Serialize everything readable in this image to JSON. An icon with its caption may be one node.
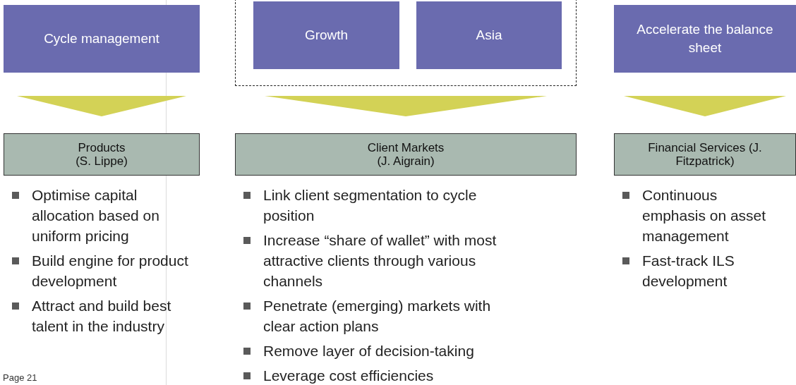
{
  "diagram": {
    "nodes": [
      {
        "text": [
          "Cycle management"
        ]
      },
      {
        "text": [],
        "shape": "box"
      },
      {
        "text": [
          "Growth"
        ],
        "in": 1
      },
      {
        "text": [
          "Asia"
        ],
        "in": 1
      },
      {
        "text": [
          "Accelerate the balance sheet"
        ]
      },
      {
        "text": [
          "Products (S. Lippe)"
        ],
        "beside": [
          "Optimise capital allocation based on uniform pricing",
          "Build engine for product development",
          "Attract and build best talent in the industry"
        ]
      },
      {
        "text": [
          "Client Markets (J. Aigrain)"
        ],
        "beside": [
          "Link client segmentation to cycle position",
          "Increase “share of wallet” with most attractive clients through various channels",
          "Penetrate (emerging) markets with clear action plans",
          "Remove layer of decision-taking",
          "Leverage cost efficiencies"
        ]
      },
      {
        "text": [
          "Financial Services (J. Fitzpatrick)"
        ],
        "beside": [
          "Continuous emphasis on asset management",
          "Fast-track ILS development"
        ]
      }
    ],
    "edges": [
      {
        "from": 0,
        "to": 5,
        "arrow": "to",
        "color": "#d3d256"
      },
      {
        "from": 1,
        "to": 6,
        "arrow": "to",
        "color": "#d3d256"
      },
      {
        "from": 4,
        "to": 7,
        "arrow": "to",
        "color": "#d3d256"
      }
    ],
    "labels": [
      "Page 21"
    ]
  }
}
